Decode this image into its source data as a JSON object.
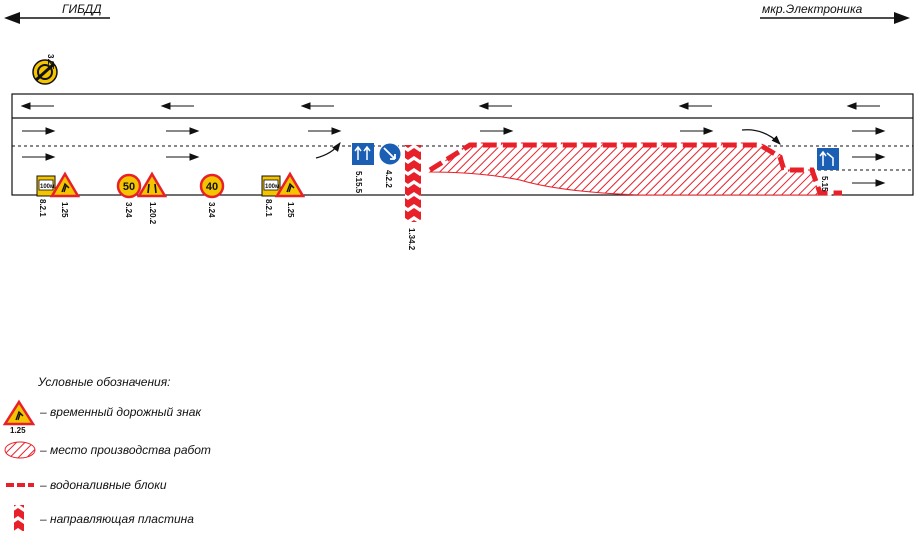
{
  "directions": {
    "left": "ГИБДД",
    "right": "мкр.Электроника"
  },
  "signs": {
    "s325": "3.25",
    "s821a": "8.2.1",
    "s821a_plate": "100м",
    "s125a": "1.25",
    "s324a": "3.24",
    "s324a_value": "50",
    "s1202": "1.20.2",
    "s324b": "3.24",
    "s324b_value": "40",
    "s821b": "8.2.1",
    "s821b_plate": "100м",
    "s125b": "1.25",
    "s5155": "5.15.5",
    "s422": "4.2.2",
    "s1342": "1.34.2",
    "s515": "5.15"
  },
  "legend": {
    "title": "Условные обозначения:",
    "sign_code": "1.25",
    "items": [
      "– временный дорожный знак",
      "– место производства работ",
      "– водоналивные   блоки",
      "– направляющая пластина"
    ]
  },
  "colors": {
    "red": "#e8202a",
    "blue": "#1a5fb4",
    "yellow": "#f5c400"
  }
}
